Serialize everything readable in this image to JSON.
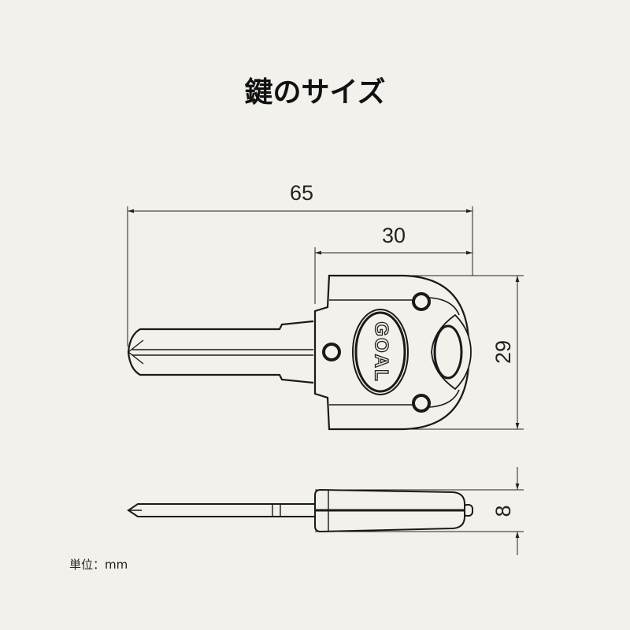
{
  "title": "鍵のサイズ",
  "unit_label": "単位：mm",
  "dimensions": {
    "overall_length": "65",
    "head_length": "30",
    "head_width": "29",
    "thickness": "8"
  },
  "logo_text": "GOAL",
  "colors": {
    "background": "#f3f1ec",
    "line": "#1a1a1a"
  }
}
